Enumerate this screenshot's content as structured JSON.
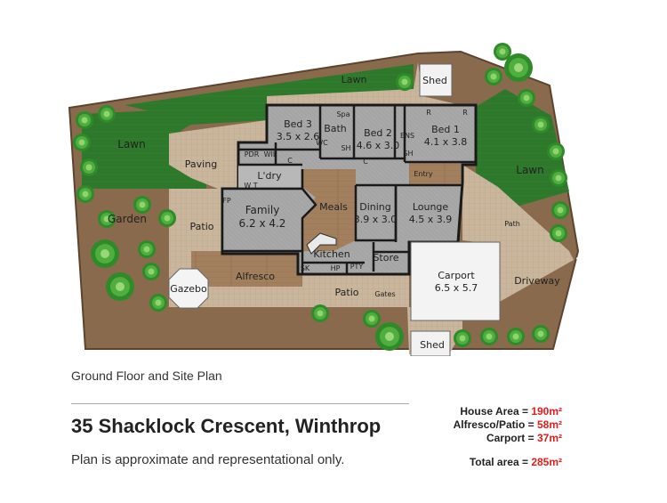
{
  "plan": {
    "outdoor": {
      "lawn_top": "Lawn",
      "shed_top": "Shed",
      "lawn_left": "Lawn",
      "lawn_right": "Lawn",
      "paving": "Paving",
      "garden": "Garden",
      "patio_left": "Patio",
      "gazebo": "Gazebo",
      "alfresco": "Alfresco",
      "patio_bottom": "Patio",
      "gates": "Gates",
      "path": "Path",
      "driveway": "Driveway",
      "shed_bottom": "Shed"
    },
    "rooms": {
      "bed3_name": "Bed 3",
      "bed3_size": "3.5 x 2.6",
      "spa": "Spa",
      "bath": "Bath",
      "wc": "WC",
      "sh1": "SH",
      "bed2_name": "Bed 2",
      "bed2_size": "4.6 x 3.0",
      "ens": "ENS",
      "sh2": "SH",
      "bed1_name": "Bed 1",
      "bed1_size": "4.1 x 3.8",
      "r1": "R",
      "r2": "R",
      "pdr": "PDR",
      "wil": "WIL",
      "c1": "C",
      "c2": "C",
      "ldry": "L'dry",
      "wt": "W T",
      "entry": "Entry",
      "fp": "FP",
      "family_name": "Family",
      "family_size": "6.2 x 4.2",
      "meals": "Meals",
      "dining_name": "Dining",
      "dining_size": "3.9 x 3.0",
      "lounge_name": "Lounge",
      "lounge_size": "4.5 x 3.9",
      "kitchen": "Kitchen",
      "sk": "SK",
      "hp": "HP",
      "pty": "PTY",
      "store": "Store",
      "carport_name": "Carport",
      "carport_size": "6.5 x 5.7"
    }
  },
  "footer": {
    "subtitle": "Ground Floor and Site Plan",
    "address": "35 Shacklock Crescent, Winthrop",
    "disclaimer": "Plan is approximate and representational only."
  },
  "areas": {
    "house_label": "House Area = ",
    "house_value": "190m²",
    "alfresco_label": "Alfresco/Patio = ",
    "alfresco_value": "58m²",
    "carport_label": "Carport = ",
    "carport_value": "37m²",
    "total_label": "Total area = ",
    "total_value": "285m²"
  },
  "colors": {
    "garden_brown": "#8a6a4c",
    "lawn_green": "#2f7a2c",
    "paving": "#c8b59b",
    "floor_grey": "#a9a9a9",
    "timber": "#a07e5c",
    "accent_red": "#e21b1b"
  }
}
